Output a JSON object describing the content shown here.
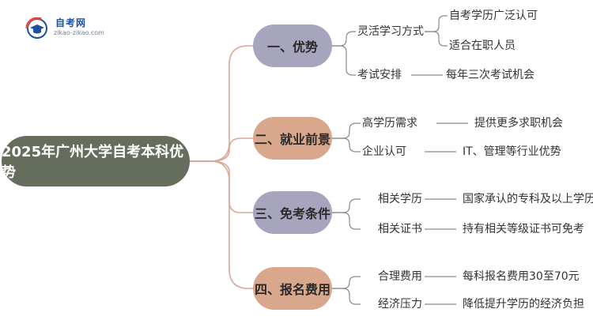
{
  "logo": {
    "title": "自考网",
    "url": "zikao-zikao.com",
    "icon": "graduation-cap-icon"
  },
  "root": {
    "label": "2025年广州大学自考本科优势"
  },
  "colors": {
    "root": "#656e5c",
    "branch_purple": "#a7a5bd",
    "branch_orange": "#d9a78c",
    "line_root": "#d7a996",
    "line_sub": "#8a8a8a"
  },
  "branches": [
    {
      "label": "一、优势",
      "items": [
        {
          "label": "灵活学习方式",
          "details": [
            "自考学历广泛认可",
            "适合在职人员"
          ]
        },
        {
          "label": "考试安排",
          "details": [
            "每年三次考试机会"
          ]
        }
      ]
    },
    {
      "label": "二、就业前景",
      "items": [
        {
          "label": "高学历需求",
          "details": [
            "提供更多求职机会"
          ]
        },
        {
          "label": "企业认可",
          "details": [
            "IT、管理等行业优势"
          ]
        }
      ]
    },
    {
      "label": "三、免考条件",
      "items": [
        {
          "label": "相关学历",
          "details": [
            "国家承认的专科及以上学历"
          ]
        },
        {
          "label": "相关证书",
          "details": [
            "持有相关等级证书可免考"
          ]
        }
      ]
    },
    {
      "label": "四、报名费用",
      "items": [
        {
          "label": "合理费用",
          "details": [
            "每科报名费用30至70元"
          ]
        },
        {
          "label": "经济压力",
          "details": [
            "降低提升学历的经济负担"
          ]
        }
      ]
    }
  ]
}
